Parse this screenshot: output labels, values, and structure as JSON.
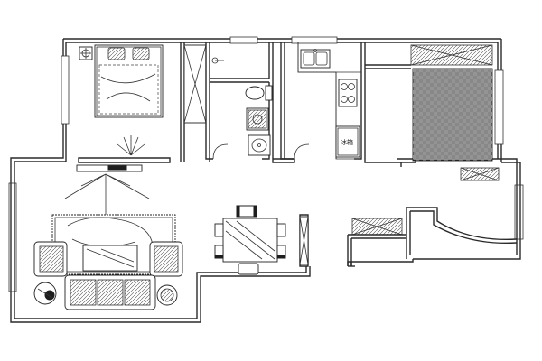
{
  "plan": {
    "rooms": [
      {
        "id": "bedroom"
      },
      {
        "id": "bathroom"
      },
      {
        "id": "kitchen"
      },
      {
        "id": "study"
      },
      {
        "id": "living-room"
      },
      {
        "id": "dining-area"
      },
      {
        "id": "hall"
      }
    ],
    "kitchen": {
      "appliance_label": "冰箱"
    }
  }
}
